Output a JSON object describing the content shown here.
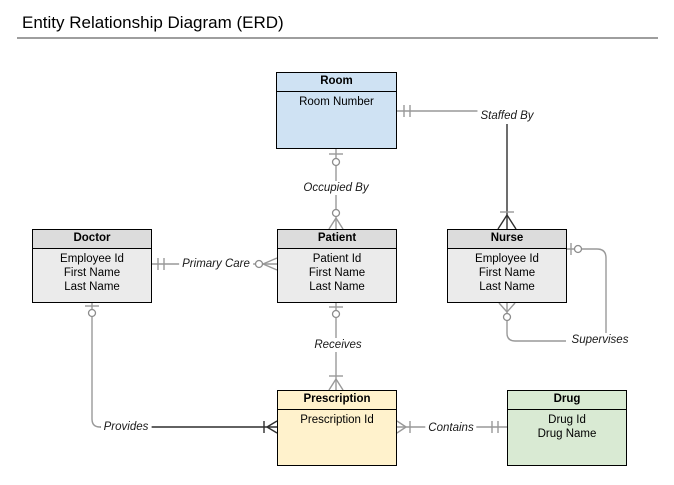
{
  "page": {
    "title": "Entity Relationship Diagram (ERD)"
  },
  "colors": {
    "canvas": "#ffffff",
    "entity_border": "#000000",
    "relationship_line": "#999999",
    "relationship_line_dark": "#2f2f2f",
    "title_rule": "#9e9e9e",
    "room_fill": "#cfe2f3",
    "gray_entity_fill": "#ebebeb",
    "gray_entity_header_fill": "#dcdcdc",
    "prescription_fill": "#fff2cc",
    "drug_fill": "#d9ead3"
  },
  "diagram": {
    "entities": [
      {
        "name": "Room",
        "attributes": [
          "Room Number"
        ],
        "fill": "#cfe2f3",
        "header_fill": "#cfe2f3"
      },
      {
        "name": "Doctor",
        "attributes": [
          "Employee Id",
          "First Name",
          "Last Name"
        ],
        "fill": "#ebebeb",
        "header_fill": "#dcdcdc"
      },
      {
        "name": "Patient",
        "attributes": [
          "Patient Id",
          "First Name",
          "Last Name"
        ],
        "fill": "#ebebeb",
        "header_fill": "#dcdcdc"
      },
      {
        "name": "Nurse",
        "attributes": [
          "Employee Id",
          "First Name",
          "Last Name"
        ],
        "fill": "#ebebeb",
        "header_fill": "#dcdcdc"
      },
      {
        "name": "Prescription",
        "attributes": [
          "Prescription Id"
        ],
        "fill": "#fff2cc",
        "header_fill": "#fff2cc"
      },
      {
        "name": "Drug",
        "attributes": [
          "Drug Id",
          "Drug Name"
        ],
        "fill": "#d9ead3",
        "header_fill": "#d9ead3"
      }
    ],
    "relationships": [
      {
        "label": "Staffed By",
        "from": "Room",
        "to": "Nurse",
        "from_cardinality": "one-and-only-one",
        "to_cardinality": "one-or-many"
      },
      {
        "label": "Occupied By",
        "from": "Room",
        "to": "Patient",
        "from_cardinality": "zero-or-one",
        "to_cardinality": "zero-or-many"
      },
      {
        "label": "Primary Care",
        "from": "Doctor",
        "to": "Patient",
        "from_cardinality": "one-and-only-one",
        "to_cardinality": "zero-or-many"
      },
      {
        "label": "Receives",
        "from": "Patient",
        "to": "Prescription",
        "from_cardinality": "zero-or-one",
        "to_cardinality": "one-or-many"
      },
      {
        "label": "Supervises",
        "from": "Nurse",
        "to": "Nurse",
        "from_cardinality": "zero-or-one",
        "to_cardinality": "zero-or-many"
      },
      {
        "label": "Provides",
        "from": "Doctor",
        "to": "Prescription",
        "from_cardinality": "zero-or-one",
        "to_cardinality": "one-or-many"
      },
      {
        "label": "Contains",
        "from": "Prescription",
        "to": "Drug",
        "from_cardinality": "one-or-many",
        "to_cardinality": "one-and-only-one"
      }
    ]
  }
}
